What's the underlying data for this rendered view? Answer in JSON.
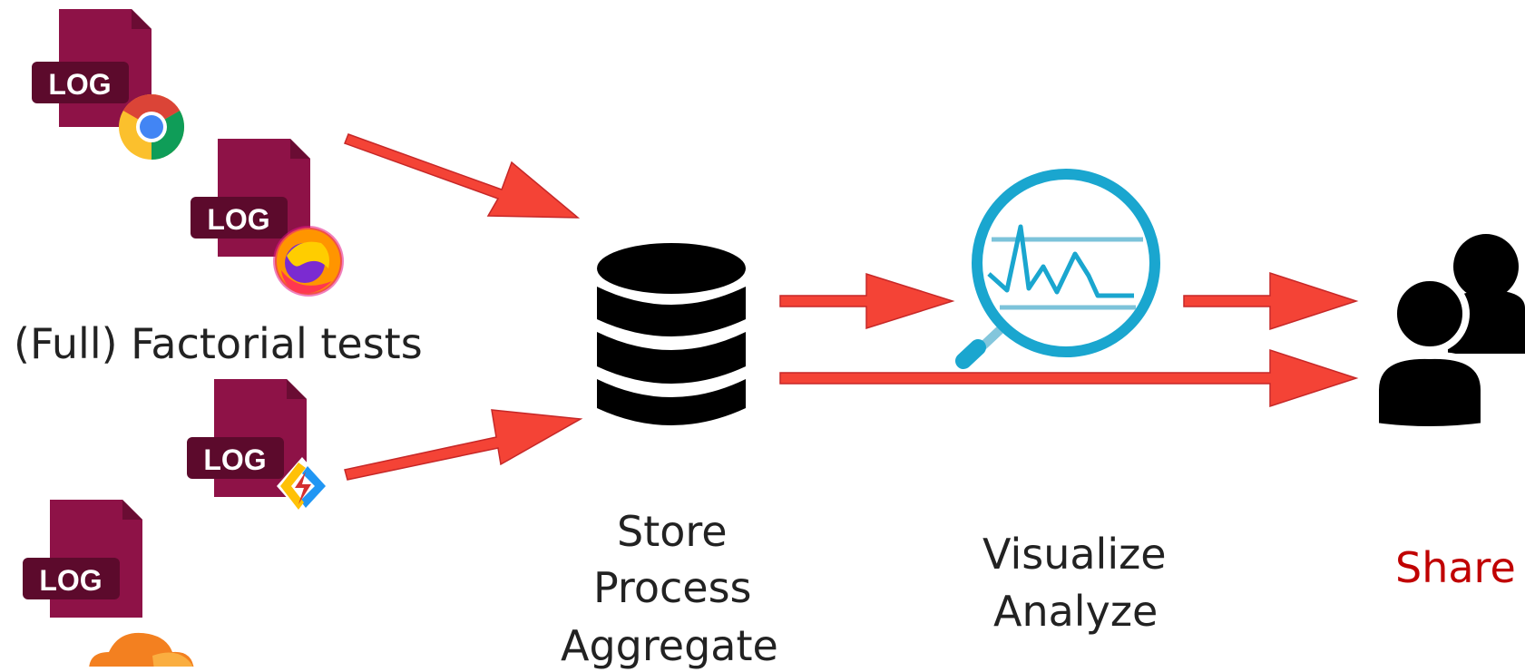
{
  "colors": {
    "log_file": "#8e1247",
    "log_fold": "#6a0c33",
    "log_badge": "#5c0a2c",
    "arrow": "#f44336",
    "arrow_stroke": "#c62828",
    "database": "#000000",
    "magnifier": "#1aa6cf",
    "users": "#000000",
    "share_text": "#c00000",
    "caption_text": "#222222"
  },
  "log_files": [
    {
      "label": "LOG",
      "badge_icon": "chrome-icon"
    },
    {
      "label": "LOG",
      "badge_icon": "firefox-icon"
    },
    {
      "label": "LOG",
      "badge_icon": "lightning-diamond-icon"
    },
    {
      "label": "LOG",
      "badge_icon": "cloudflare-cloud-icon"
    }
  ],
  "captions": {
    "factorial": "(Full) Factorial tests",
    "store": "Store",
    "process": "Process",
    "aggregate": "Aggregate",
    "visualize": "Visualize",
    "analyze": "Analyze",
    "share": "Share"
  },
  "icons": {
    "database": "database-icon",
    "analysis": "magnifier-chart-icon",
    "users": "users-group-icon"
  }
}
